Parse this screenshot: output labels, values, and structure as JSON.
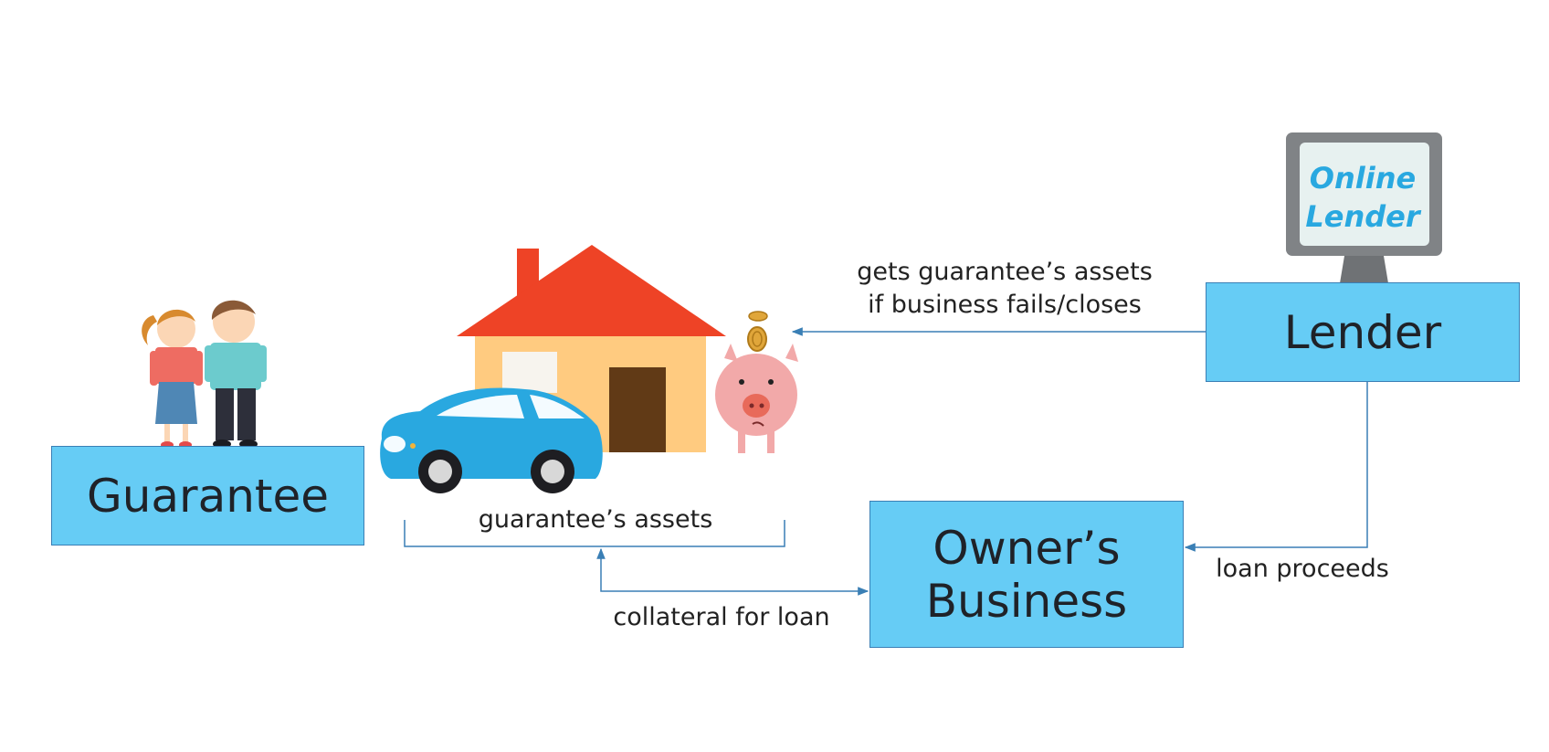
{
  "boxes": {
    "guarantee": "Guarantee",
    "lender": "Lender",
    "owner_line1": "Owner’s",
    "owner_line2": "Business"
  },
  "labels": {
    "gets_line1": "gets guarantee’s assets",
    "gets_line2": "if business fails/closes",
    "guarantee_assets": "guarantee’s assets",
    "collateral": "collateral for loan",
    "loan_proceeds": "loan proceeds"
  },
  "monitor": {
    "line1": "Online",
    "line2": "Lender"
  },
  "icons": [
    "couple-icon",
    "house-icon",
    "car-icon",
    "piggy-bank-icon",
    "coin-icon",
    "monitor-icon"
  ],
  "colors": {
    "box_fill": "#66ccf5",
    "box_border": "#3a7fb5",
    "arrow": "#3a7fb5",
    "roof": "#ee4326",
    "house_wall": "#ffcb80",
    "door": "#613a16",
    "car": "#29a8e0",
    "pig": "#f2a9a9",
    "monitor_frame": "#808386",
    "monitor_text": "#29a8e0"
  }
}
